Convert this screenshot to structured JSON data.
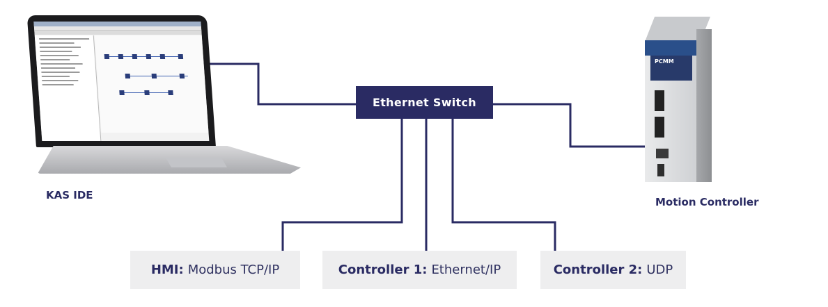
{
  "diagram": {
    "switch_label": "Ethernet Switch",
    "laptop_caption": "KAS IDE",
    "controller_caption": "Motion Controller",
    "devices": [
      {
        "name": "HMI:",
        "protocol": "Modbus TCP/IP"
      },
      {
        "name": "Controller 1:",
        "protocol": "Ethernet/IP"
      },
      {
        "name": "Controller 2:",
        "protocol": "UDP"
      }
    ],
    "device_badge": "PCMM",
    "colors": {
      "accent": "#2a2b63",
      "box_bg": "#eeeeef",
      "wire": "#2a2b63"
    }
  }
}
